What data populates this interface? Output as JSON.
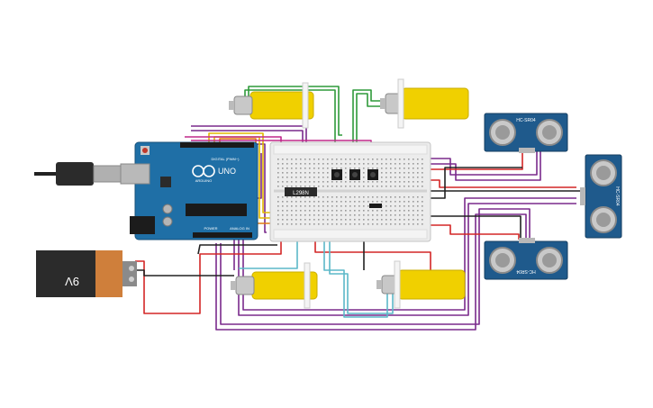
{
  "arduino": {
    "brand": "UNO",
    "sub": "ARDUINO",
    "digital_label": "DIGITAL (PWM~)",
    "power_label": "POWER",
    "analog_label": "ANALOG IN",
    "color": "#1f6fa6"
  },
  "battery": {
    "label": "9V"
  },
  "breadboard": {
    "chip_label": "L298N"
  },
  "sensors": [
    {
      "label": "HC-SR04"
    },
    {
      "label": "HC-SR04"
    },
    {
      "label": "HC-SR04"
    }
  ],
  "wire_colors": {
    "red": "#d32626",
    "black": "#222222",
    "purple": "#7a2a8c",
    "green": "#2f9a3a",
    "yellow": "#e0b800",
    "orange": "#e07a10",
    "cyan": "#5bb8c8",
    "magenta": "#c0288a"
  },
  "motor_color": "#f0d000"
}
